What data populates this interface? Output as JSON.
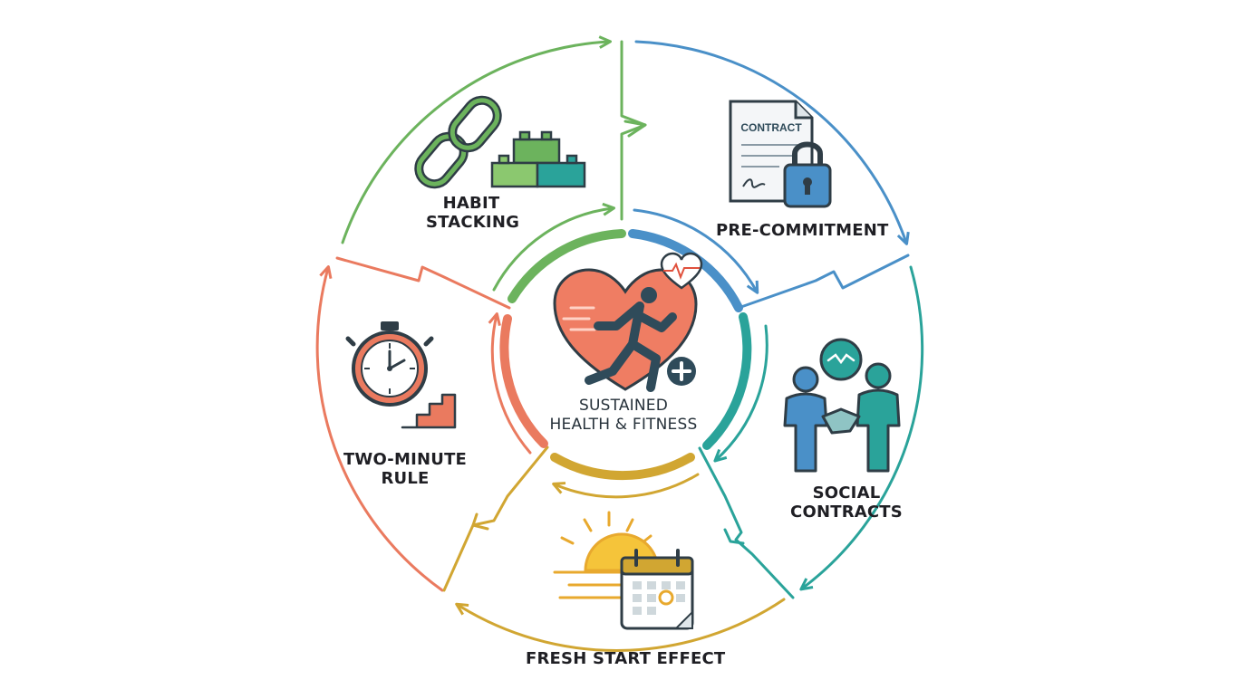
{
  "center": {
    "line1": "SUSTAINED",
    "line2": "HEALTH & FITNESS",
    "icon": "heart-runner-icon"
  },
  "segments": [
    {
      "id": "habit-stacking",
      "lines": [
        "HABIT",
        "STACKING"
      ],
      "icon": "chain-link-blocks-icon",
      "color": "#6cb35d"
    },
    {
      "id": "pre-commitment",
      "lines": [
        "PRE-COMMITMENT"
      ],
      "icon": "contract-lock-icon",
      "color": "#4a90c8"
    },
    {
      "id": "social-contracts",
      "lines": [
        "SOCIAL",
        "CONTRACTS"
      ],
      "icon": "handshake-people-icon",
      "color": "#2aa39a"
    },
    {
      "id": "fresh-start",
      "lines": [
        "FRESH START EFFECT"
      ],
      "icon": "sun-calendar-icon",
      "color": "#d1a632"
    },
    {
      "id": "two-minute-rule",
      "lines": [
        "TWO-MINUTE",
        "RULE"
      ],
      "icon": "stopwatch-stairs-icon",
      "color": "#ea7a5f"
    }
  ],
  "contract_doc": {
    "title": "CONTRACT"
  }
}
